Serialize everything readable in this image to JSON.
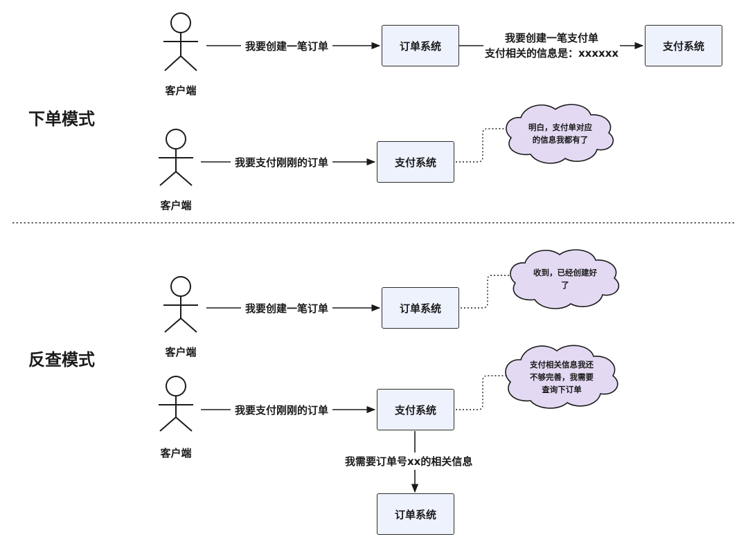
{
  "sections": {
    "order_mode": "下单模式",
    "reverse_mode": "反查模式"
  },
  "actors": {
    "client_label": "客户端"
  },
  "systems": {
    "order": "订单系统",
    "payment": "支付系统"
  },
  "edges": {
    "create_order": "我要创建一笔订单",
    "create_payment_line1": "我要创建一笔支付单",
    "create_payment_line2": "支付相关的信息是：xxxxxx",
    "pay_order": "我要支付刚刚的订单",
    "need_order_info": "我需要订单号xx的相关信息"
  },
  "clouds": {
    "payment_ok_line1": "明白，支付单对应",
    "payment_ok_line2": "的信息我都有了",
    "order_created_line1": "收到，已经创建好",
    "order_created_line2": "了",
    "payment_lookup_line1": "支付相关信息我还",
    "payment_lookup_line2": "不够完善，我需要",
    "payment_lookup_line3": "查询下订单"
  },
  "colors": {
    "box_fill": "#eef2fd",
    "cloud_fill": "#e4d9f3",
    "stroke": "#2a2a2a"
  }
}
